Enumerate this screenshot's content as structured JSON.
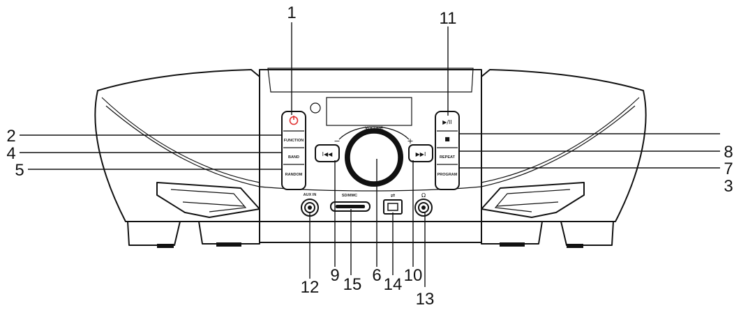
{
  "device": {
    "buttons": {
      "power_icon": "power-icon",
      "function": "FUNCTION",
      "band": "BAND",
      "random": "RANDOM",
      "play_pause": "▶/II",
      "stop": "■",
      "repeat": "REPEAT",
      "program": "PROGRAM",
      "prev": "I◀◀",
      "next": "▶▶I"
    },
    "volume_label": "VOLUME",
    "volume_minus": "−",
    "volume_plus": "+",
    "port_labels": {
      "aux_in": "AUX IN",
      "sd_mmc": "SD/MMC",
      "usb": "⇌",
      "headphone": "Ω"
    },
    "colors": {
      "power_icon": "#e03030"
    }
  },
  "callouts": [
    {
      "id": "1",
      "label": "1"
    },
    {
      "id": "2",
      "label": "2"
    },
    {
      "id": "3",
      "label": "3"
    },
    {
      "id": "4",
      "label": "4"
    },
    {
      "id": "5",
      "label": "5"
    },
    {
      "id": "6",
      "label": "6"
    },
    {
      "id": "7",
      "label": "7"
    },
    {
      "id": "8",
      "label": "8"
    },
    {
      "id": "9",
      "label": "9"
    },
    {
      "id": "10",
      "label": "10"
    },
    {
      "id": "11",
      "label": "11"
    },
    {
      "id": "12",
      "label": "12"
    },
    {
      "id": "13",
      "label": "13"
    },
    {
      "id": "14",
      "label": "14"
    },
    {
      "id": "15",
      "label": "15"
    }
  ]
}
